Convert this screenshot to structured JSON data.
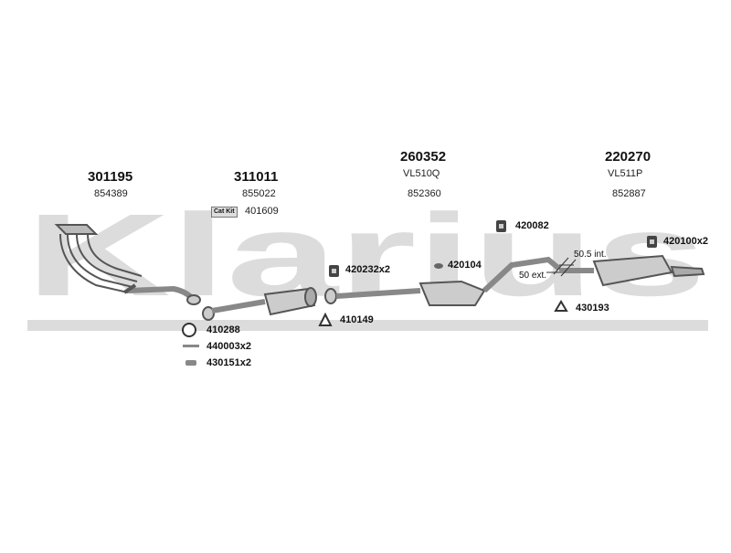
{
  "watermark": {
    "text": "Klarius",
    "color": "#dcdcdc"
  },
  "columns": [
    {
      "part_no": "301195",
      "ref": "854389"
    },
    {
      "part_no": "311011",
      "ref": "855022"
    },
    {
      "part_no": "260352",
      "ref": "VL510Q",
      "ref2": "852360"
    },
    {
      "part_no": "220270",
      "ref": "VL511P",
      "ref2": "852887"
    }
  ],
  "cat_kit": {
    "badge": "Cat Kit",
    "part_no": "401609"
  },
  "fittings": [
    {
      "label": "410288",
      "icon": "gasket-ring-icon"
    },
    {
      "label": "440003x2",
      "icon": "bolt-icon"
    },
    {
      "label": "430151x2",
      "icon": "clamp-icon"
    },
    {
      "label": "420232x2",
      "icon": "rubber-mount-icon"
    },
    {
      "label": "410149",
      "icon": "flange-gasket-icon"
    },
    {
      "label": "420104",
      "icon": "hanger-icon"
    },
    {
      "label": "420082",
      "icon": "rubber-mount-icon"
    },
    {
      "label": "420100x2",
      "icon": "rubber-mount-icon"
    },
    {
      "label": "430193",
      "icon": "u-clamp-icon"
    }
  ],
  "notes": {
    "int": "50.5 int.",
    "ext": "50 ext."
  }
}
